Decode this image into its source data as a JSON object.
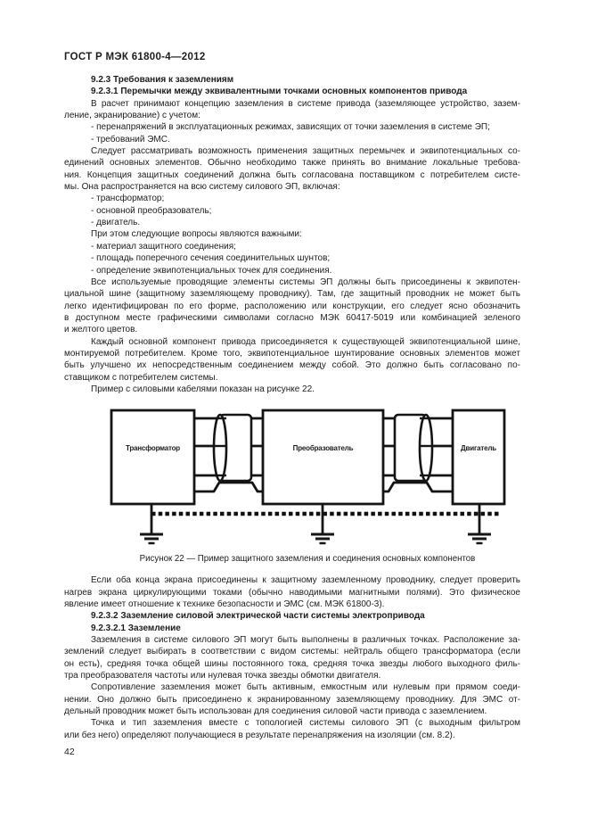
{
  "header": {
    "title": "ГОСТ Р МЭК  61800-4—2012"
  },
  "content_top": [
    {
      "kind": "heading",
      "lines": [
        "9.2.3  Требования к заземлениям"
      ]
    },
    {
      "kind": "heading",
      "lines": [
        "9.2.3.1  Перемычки между эквивалентными точками основных компонентов привода"
      ]
    },
    {
      "kind": "para",
      "lines": [
        "В расчет принимают концепцию заземления в системе привода (заземляющее устройство, зазем-",
        "ление, экранирование) с учетом:"
      ]
    },
    {
      "kind": "list",
      "lines": [
        "- перенапряжений в эксплуатационных режимах, зависящих от точки заземления в системе ЭП;",
        "- требований ЭМС."
      ]
    },
    {
      "kind": "para",
      "lines": [
        "Следует рассматривать возможность применения защитных перемычек и эквипотенциальных со-",
        "единений основных элементов. Обычно необходимо также принять во внимание локальные требова-",
        "ния. Концепция защитных соединений должна быть согласована поставщиком с потребителем систе-",
        "мы. Она распространяется на всю систему силового ЭП, включая:"
      ]
    },
    {
      "kind": "list",
      "lines": [
        "- трансформатор;",
        "- основной преобразователь;",
        "- двигатель."
      ]
    },
    {
      "kind": "para",
      "lines": [
        "При этом следующие вопросы являются важными:"
      ]
    },
    {
      "kind": "list",
      "lines": [
        "- материал защитного соединения;",
        "- площадь поперечного сечения соединительных шунтов;",
        "- определение эквипотенциальных точек для соединения."
      ]
    },
    {
      "kind": "para",
      "lines": [
        "Все используемые проводящие элементы системы ЭП должны быть присоединены к эквипотен-",
        "циальной шине (защитному заземляющему проводнику). Там, где защитный проводник не может быть",
        "легко идентифицирован по его форме, расположению или конструкции, его следует ясно обозначить",
        "в доступном месте графическими символами согласно МЭК 60417-5019 или комбинацией зеленого",
        "и желтого цветов."
      ]
    },
    {
      "kind": "para",
      "lines": [
        "Каждый основной компонент привода присоединяется к существующей эквипотенциальной шине,",
        "монтируемой потребителем. Кроме того, эквипотенциальное шунтирование основных элементов может",
        "быть улучшено их непосредственным соединением между собой. Это должно быть согласовано по-",
        "ставщиком с потребителем системы."
      ]
    },
    {
      "kind": "para",
      "lines": [
        "Пример с силовыми кабелями показан на рисунке 22."
      ]
    }
  ],
  "figure": {
    "boxes": [
      "Трансформатор",
      "Преобразователь",
      "Двигатель"
    ],
    "caption": "Рисунок 22 — Пример защитного заземления и соединения основных компонентов"
  },
  "content_bottom": [
    {
      "kind": "para",
      "lines": [
        "Если оба конца экрана присоединены к защитному заземленному проводнику, следует проверить",
        "нагрев экрана циркулирующими токами (обычно наводимыми магнитными полями). Это физическое",
        "явление имеет отношение к технике безопасности и ЭМС (см. МЭК 61800-3)."
      ]
    },
    {
      "kind": "heading",
      "lines": [
        "9.2.3.2  Заземление силовой электрической части системы электропривода"
      ]
    },
    {
      "kind": "heading",
      "lines": [
        "9.2.3.2.1  Заземление"
      ]
    },
    {
      "kind": "para",
      "lines": [
        "Заземления в системе силового ЭП могут быть выполнены в различных точках. Расположение за-",
        "землений следует выбирать в соответствии с видом системы: нейтраль общего трансформатора (если",
        "он есть), средняя точка общей шины постоянного тока, средняя точка звезды любого выходного филь-",
        "тра преобразователя частоты или нулевая точка звезды обмотки двигателя."
      ]
    },
    {
      "kind": "para",
      "lines": [
        "Сопротивление заземления может быть активным, емкостным или нулевым при прямом соеди-",
        "нении. Оно должно быть присоединено к экранированному заземляющему проводнику. Для ЭМС от-",
        "дельный проводник может быть использован для соединения силовой части привода с заземлением."
      ]
    },
    {
      "kind": "para",
      "lines": [
        "Точка и тип заземления вместе с топологией системы силового ЭП (с выходным фильтром",
        "или без него) определяют получающиеся в результате перенапряжения на изоляции (см. 8.2)."
      ]
    }
  ],
  "footer": {
    "page_number": "42"
  },
  "colors": {
    "text": "#1c1c1c",
    "diagram_stroke": "#141414",
    "background": "#ffffff"
  }
}
